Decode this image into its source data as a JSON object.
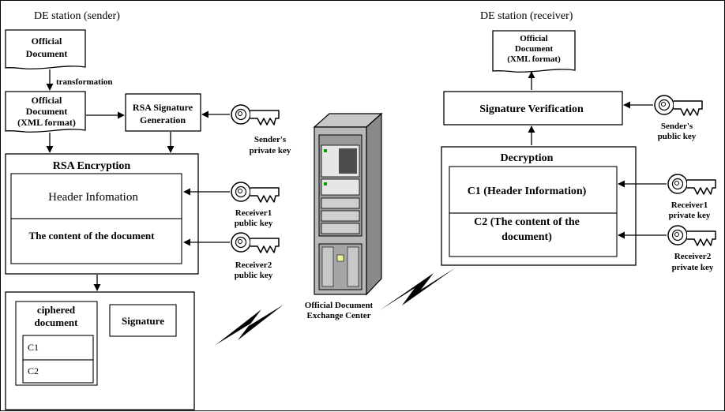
{
  "sender": {
    "title": "DE station (sender)",
    "official_doc": [
      "Official",
      "Document"
    ],
    "transformation": "transformation",
    "official_doc_xml": [
      "Official",
      "Document",
      "(XML format)"
    ],
    "rsa_signature": [
      "RSA Signature",
      "Generation"
    ],
    "senders_private_key": [
      "Sender's",
      "private key"
    ],
    "rsa_encryption": "RSA Encryption",
    "header_information": "Header Infomation",
    "content_of_document": "The content of the document",
    "receiver1_public_key": [
      "Receiver1",
      "public key"
    ],
    "receiver2_public_key": [
      "Receiver2",
      "public key"
    ],
    "ciphered_document": [
      "ciphered",
      "document"
    ],
    "c1": "C1",
    "c2": "C2",
    "signature": "Signature"
  },
  "center": {
    "label": [
      "Official Document",
      "Exchange Center"
    ]
  },
  "receiver": {
    "title": "DE station (receiver)",
    "official_doc_xml": [
      "Official",
      "Document",
      "(XML format)"
    ],
    "signature_verification": "Signature Verification",
    "senders_public_key": [
      "Sender's",
      "public key"
    ],
    "decryption": "Decryption",
    "c1_header": "C1 (Header Information)",
    "c2_content": [
      "C2 (The content of the",
      "document)"
    ],
    "receiver1_private_key": [
      "Receiver1",
      "private key"
    ],
    "receiver2_private_key": [
      "Receiver2",
      "private key"
    ]
  },
  "icons": {
    "key": "key-icon",
    "server": "server-icon",
    "link": "lightning-link-icon",
    "document": "document-icon"
  }
}
